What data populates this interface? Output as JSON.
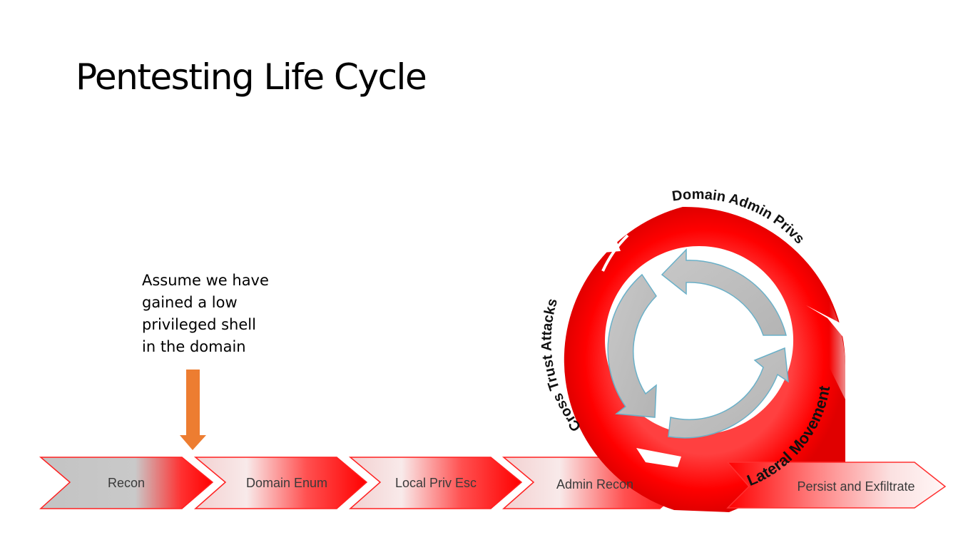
{
  "title": "Pentesting Life Cycle",
  "note": {
    "lines": [
      "Assume we have",
      "gained a low",
      "privileged shell",
      "in the domain"
    ]
  },
  "colors": {
    "red": "#ff0000",
    "grey": "#c3c3c3",
    "arrow_orange": "#ed7d31",
    "inner_arrow_grey": "#bdbdbd",
    "inner_arrow_outline": "#6ab0c8"
  },
  "stages": [
    "Recon",
    "Domain Enum",
    "Local Priv Esc",
    "Admin Recon",
    "Persist and Exfiltrate"
  ],
  "cycle": [
    "Domain Admin Privs",
    "Lateral Movement",
    "Cross Trust Attacks"
  ]
}
